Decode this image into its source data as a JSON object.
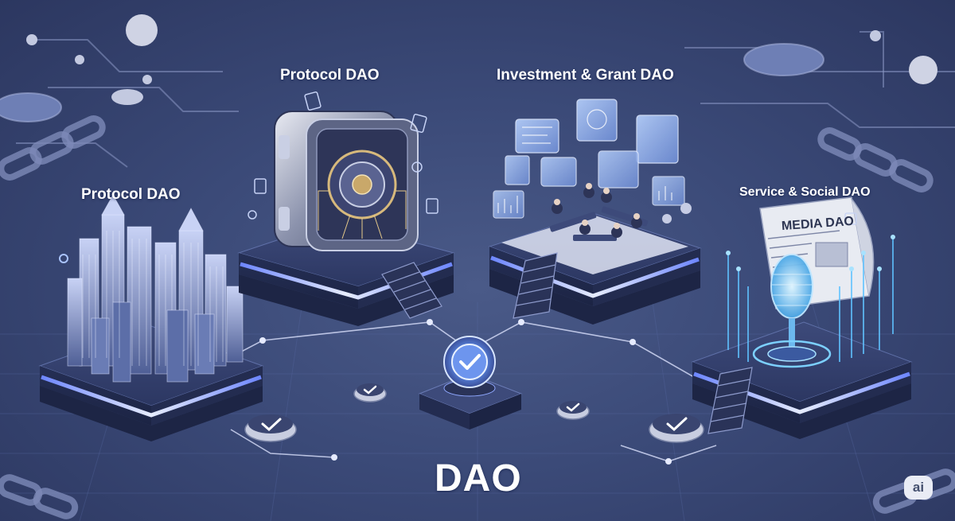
{
  "labels": {
    "protocol_top": "Protocol DAO",
    "investment": "Investment & Grant DAO",
    "protocol_left": "Protocol DAO",
    "service": "Service & Social DAO",
    "media_sign": "MEDIA DAO",
    "center_title": "DAO"
  },
  "badge": {
    "text": "ai"
  },
  "icons": {
    "hub": "checkmark-shield-icon",
    "tokens": "checkmark-coin-icon",
    "vault": "vault-icon",
    "city": "city-icon",
    "office": "office-icon",
    "media": "newspaper-microphone-icon"
  },
  "colors": {
    "background": "#3a4872",
    "platform": "#2f3a63",
    "glow": "#8fa8ff",
    "accent": "#cfd7f5"
  }
}
